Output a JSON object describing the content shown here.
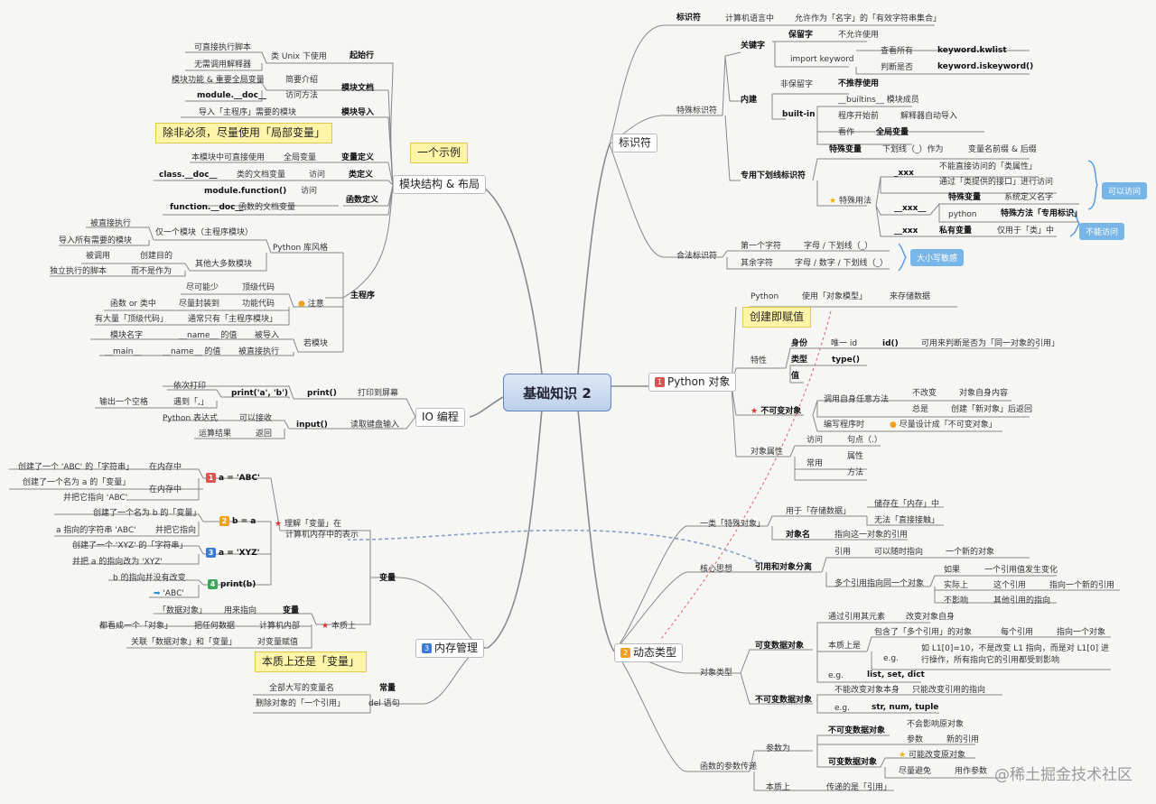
{
  "root": "基础知识 2",
  "b": {
    "id": "标识符",
    "py": "Python 对象",
    "dyn": "动态类型",
    "mem": "内存管理",
    "io": "IO 编程",
    "mod": "模块结构 & 布局"
  },
  "badges": {
    "py": "1",
    "dyn": "2",
    "mem": "3"
  },
  "notes": {
    "example": "一个示例",
    "local": "除非必须，尽量使用「局部变量」",
    "assign": "创建即赋值",
    "var": "本质上还是「变量」"
  },
  "blue": {
    "can": "可以访问",
    "cannot": "不能访问",
    "case": "大小写敏感"
  },
  "id": {
    "a1": "标识符",
    "a2": "计算机语言中",
    "a3": "允许作为「名字」的「有效字符串集合」",
    "special": "特殊标识符",
    "kw": "关键字",
    "reserved": "保留字",
    "notavail": "不允许使用",
    "ikw": "import keyword",
    "viewall": "查看所有",
    "kwlist": "keyword.kwlist",
    "judge": "判断是否",
    "iskw": "keyword.iskeyword()",
    "builtin": "内建",
    "nonres": "非保留字",
    "notrec": "不推荐使用",
    "bi": "built-in",
    "bimod": "__builtins__ 模块成员",
    "start": "程序开始前",
    "auto": "解释器自动导入",
    "view": "看作",
    "global": "全局变量",
    "us": "专用下划线标识符",
    "sv": "特殊变量",
    "dbl": "下划线（_）作为",
    "beg": "变量名前缀 & 后缀",
    "su": "特殊用法",
    "x1": "_xxx",
    "nd": "不能直接访问的「类属性」",
    "via": "通过「类提供的接口」进行访问",
    "x2": "__xxx__",
    "sv2": "特殊变量",
    "sysdef": "系统定义名字",
    "python": "python",
    "sm": "特殊方法「专用标识」",
    "x3": "__xxx",
    "pv": "私有变量",
    "only": "仅用于「类」中",
    "legal": "合法标识符",
    "first": "第一个字符",
    "fc": "字母 / 下划线（_）",
    "rest": "其余字符",
    "rc": "字母 / 数字 / 下划线（_）"
  },
  "py": {
    "python": "Python",
    "use": "使用「对象模型」",
    "store": "来存储数据",
    "feat": "特性",
    "ident": "身份",
    "uid": "唯一 id",
    "idf": "id()",
    "cmp": "可用来判断是否为「同一对象的引用」",
    "type": "类型",
    "typef": "type()",
    "val": "值",
    "imm": "不可变对象",
    "call": "调用自身任意方法",
    "nochg": "不改变",
    "selfc": "对象自身内容",
    "always": "总是",
    "create": "创建「新对象」后返回",
    "write": "编写程序时",
    "try": "尽量设计成「不可变对象」",
    "attr": "对象属性",
    "access": "访问",
    "dot": "句点（.）",
    "common": "常用",
    "prop": "属性",
    "method": "方法"
  },
  "dyn": {
    "spec": "一类「特殊对象」",
    "store": "用于「存储数据」",
    "mem": "储存在「内存」中",
    "noacc": "无法「直接接触」",
    "objname": "对象名",
    "ref": "指向这一对象的引用",
    "core": "核心思想",
    "sep": "引用和对象分离",
    "quote": "引用",
    "any": "可以随时指向",
    "newobj": "一个新的对象",
    "multi": "多个引用指向同一个对象",
    "if": "如果",
    "onechg": "一个引用值发生变化",
    "actual": "实际上",
    "thisref": "这个引用",
    "points": "指向一个新的引用",
    "noaff": "不影响",
    "otherref": "其他引用的指向",
    "otype": "对象类型",
    "mut": "可变数据对象",
    "byref": "通过引用其元素",
    "chgself": "改变对象自身",
    "essence": "本质上是",
    "contains": "包含了「多个引用」的对象",
    "each": "每个引用",
    "toobj": "指向一个对象",
    "eg": "e.g.",
    "l1a": "如 L1[0]=10，不是改变 L1 指向，而是对 L1[0] 进",
    "l1b": "行操作，所有指向它的引用都受到影响",
    "eg2": "e.g.",
    "lsd": "list, set, dict",
    "immut": "不可变数据对象",
    "cannot": "不能改变对象本身",
    "only": "只能改变引用的指向",
    "eg3": "e.g.",
    "snt": "str, num, tuple",
    "fparam": "函数的参数传递",
    "param": "参数为",
    "im2": "不可变数据对象",
    "noaff2": "不会影响原对象",
    "par": "参数",
    "newref": "新的引用",
    "m2": "可变数据对象",
    "maychg": "可能改变原对象",
    "avoid": "尽量避免",
    "asparam": "用作参数",
    "ess": "本质上",
    "pass": "传递的是「引用」"
  },
  "mem": {
    "c1": "创建了一个 'ABC' 的「字符串」",
    "inmem": "在内存中",
    "c2": "创建了一个名为 a 的「变量」",
    "inmem2": "在内存中",
    "pt": "并把它指向 'ABC'",
    "s1": "a = 'ABC'",
    "c3": "创建了一个名为 b 的「变量」",
    "ap": "a 指向的字符串 'ABC'",
    "pt2": "并把它指向",
    "s2": "b = a",
    "c4": "创建了一个 'XYZ' 的「字符串」",
    "chg": "并把 a 的指向改为 'XYZ'",
    "s3": "a = 'XYZ'",
    "nochg": "b 的指向并没有改变",
    "abc": "'ABC'",
    "s4": "print(b)",
    "under1": "理解「变量」在",
    "under2": "计算机内存中的表示",
    "dobj": "「数据对象」",
    "ref": "用来指向",
    "var": "变量",
    "all": "都看成一个「对象」",
    "any": "把任何数据",
    "internal": "计算机内部",
    "link": "关联「数据对象」和「变量」",
    "assign": "对变量赋值",
    "ess": "本质上",
    "varb": "变量",
    "caps": "全部大写的变量名",
    "const": "常量",
    "del": "删除对象的「一个引用」",
    "dels": "del 语句"
  },
  "io": {
    "order": "依次打印",
    "comma": "输出一个空格",
    "meet": "遇到「,」",
    "pab": "print('a', 'b')",
    "print": "print()",
    "tos": "打印到屏幕",
    "pe": "Python 表达式",
    "recv": "可以接收",
    "res": "运算结果",
    "ret": "返回",
    "input": "input()",
    "kbd": "读取键盘输入"
  },
  "mod": {
    "direct": "可直接执行脚本",
    "unix": "类 Unix 下使用",
    "startl": "起始行",
    "noinv": "无需调用解释器",
    "feat": "模块功能 & 重要全局变量",
    "intro": "简要介绍",
    "mdoc": "module.__doc__",
    "amethod": "访问方法",
    "mdocs": "模块文档",
    "imp": "导入「主程序」需要的模块",
    "mimp": "模块导入",
    "local": "本模块中可直接使用",
    "gv": "全局变量",
    "vdef": "变量定义",
    "cdoc": "class.__doc__",
    "cds": "类的文档变量",
    "acc": "访问",
    "cdef": "类定义",
    "mf": "module.function()",
    "acc2": "访问",
    "fdoc": "function.__doc__",
    "fds": "函数的文档变量",
    "fdef": "函数定义",
    "direct2": "被直接执行",
    "only": "仅一个模块（主程序模块）",
    "imp2": "导入所有需要的模块",
    "style": "Python 库风格",
    "called": "被调用",
    "create": "创建目的",
    "others": "其他大多数模块",
    "indep": "独立执行的脚本",
    "not": "而不是作为",
    "possible": "尽可能少",
    "top": "顶级代码",
    "note": "注意",
    "fc": "函数 or 类中",
    "encap": "尽量封装到",
    "fcode": "功能代码",
    "many": "有大量「顶级代码」",
    "usual": "通常只有「主程序模块」",
    "main": "主程序",
    "mname": "模块名字",
    "nval": "__name__ 的值",
    "imported": "被导入",
    "if": "若模块",
    "mainv": "__main__",
    "nval2": "__name__ 的值",
    "exec": "被直接执行"
  },
  "watermark": "@稀土掘金技术社区"
}
